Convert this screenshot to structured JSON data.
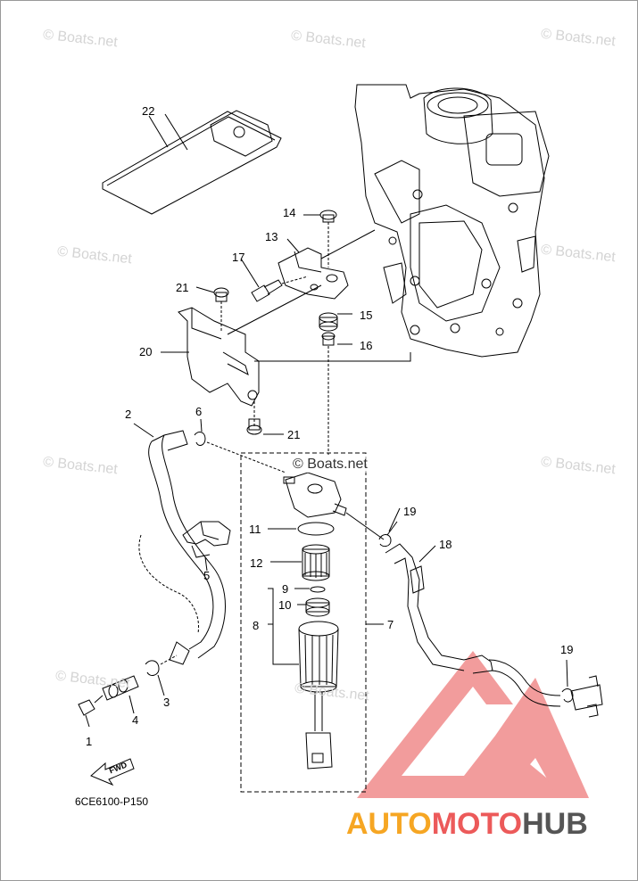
{
  "watermark": "© Boats.net",
  "diagram_code": "6CE6100-P150",
  "fwd_label": "FWD",
  "brand": {
    "part1": "AUTO",
    "part2": "MOTO",
    "part3": "HUB",
    "color1": "#f6a623",
    "color2": "#ec5a5a",
    "color3": "#555555"
  },
  "labels": {
    "l1": "1",
    "l2": "2",
    "l3": "3",
    "l4": "4",
    "l5": "5",
    "l6": "6",
    "l7": "7",
    "l8": "8",
    "l9": "9",
    "l10": "10",
    "l11": "11",
    "l12": "12",
    "l13": "13",
    "l14": "14",
    "l15": "15",
    "l16": "16",
    "l17": "17",
    "l18": "18",
    "l19a": "19",
    "l19b": "19",
    "l20": "20",
    "l21a": "21",
    "l21b": "21",
    "l22": "22"
  }
}
